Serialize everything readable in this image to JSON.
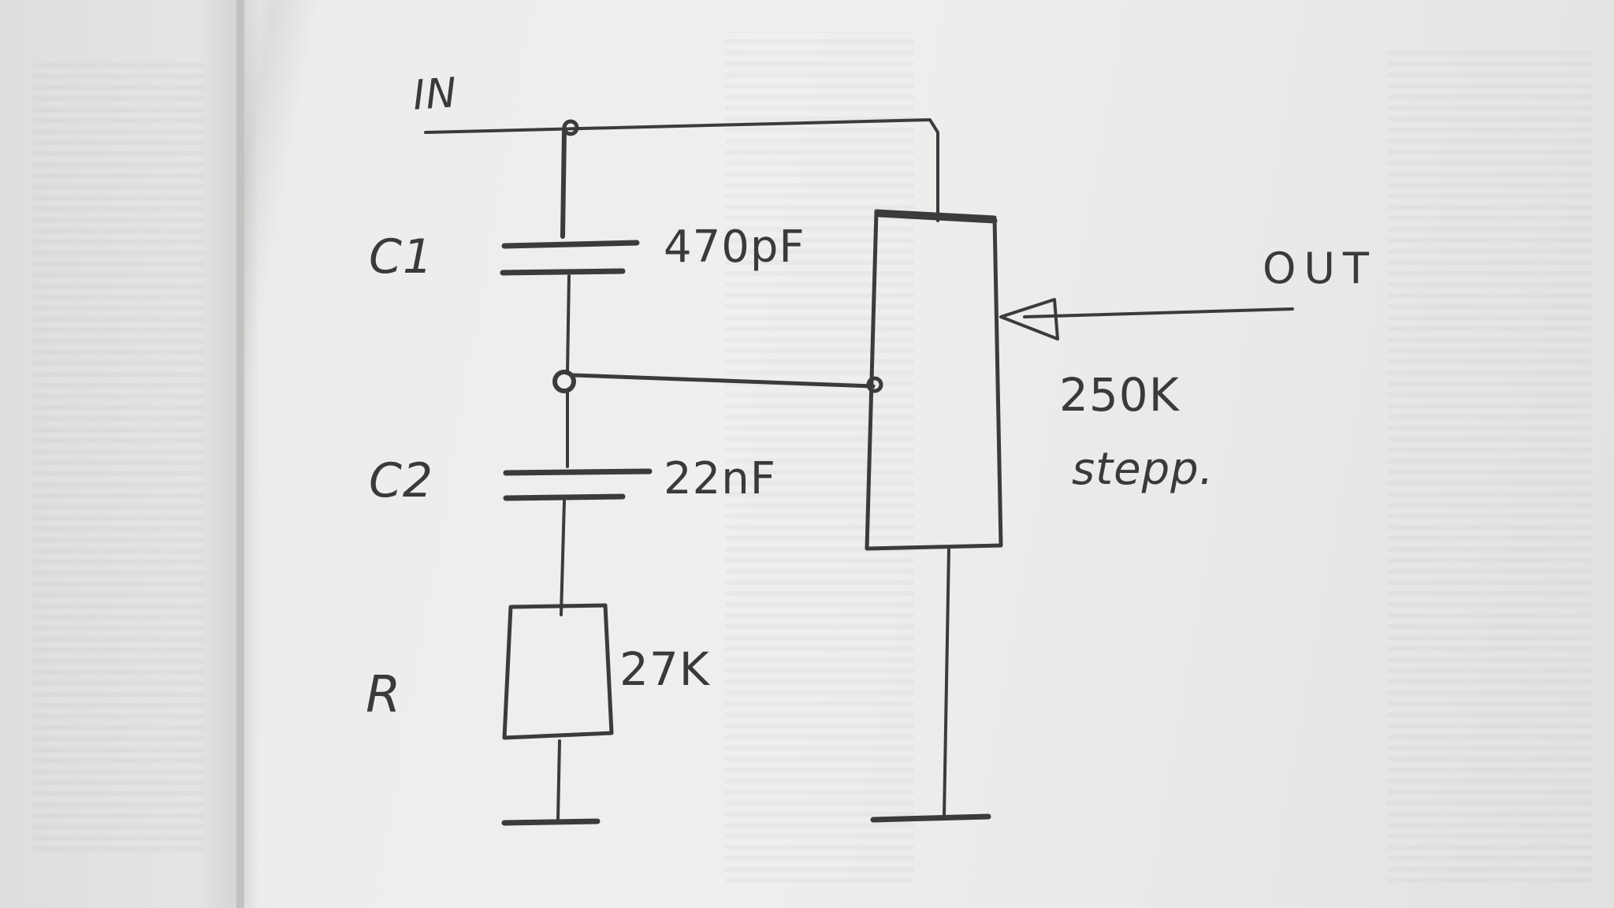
{
  "sketch": {
    "input_label": "IN",
    "output_label": "OUT",
    "c1": {
      "name": "C1",
      "value": "470pF"
    },
    "c2": {
      "name": "C2",
      "value": "22nF"
    },
    "r": {
      "name": "R",
      "value": "27K"
    },
    "pot": {
      "value": "250K",
      "note": "stepp."
    }
  },
  "colors": {
    "paper": "#ececea",
    "ink": "#3b3b3b"
  }
}
